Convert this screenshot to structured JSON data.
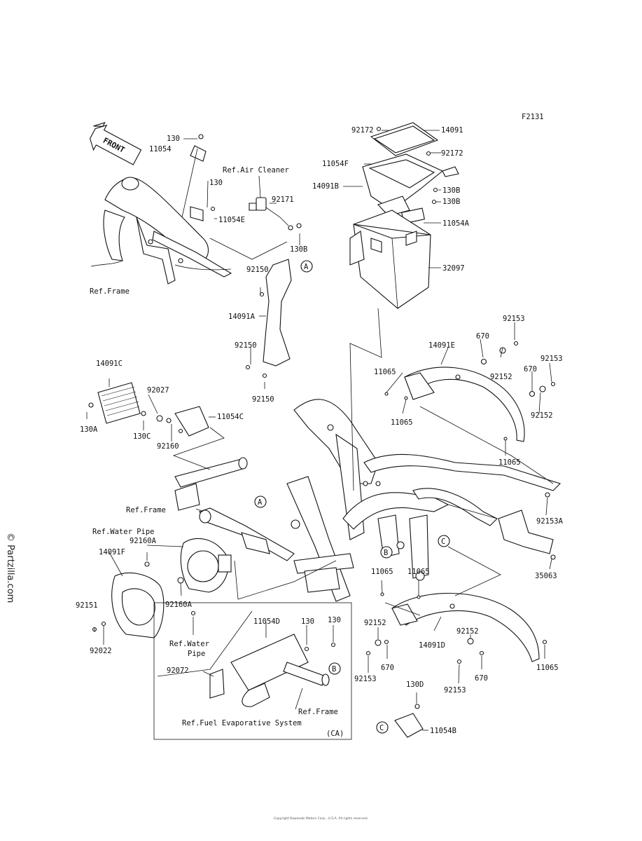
{
  "figure_code": "F2131",
  "watermark": "© Partzilla.com",
  "footer": "Copyright Kawasaki Motors Corp., U.S.A. All rights reserved.",
  "labels": {
    "p130_top": "130",
    "p11054": "11054",
    "ref_air_cleaner": "Ref.Air Cleaner",
    "p130_mid": "130",
    "p92171": "92171",
    "p11054e": "11054E",
    "p130b_left": "130B",
    "ref_frame_top": "Ref.Frame",
    "p92172_left": "92172",
    "p14091": "14091",
    "p92172_right": "92172",
    "p11054f": "11054F",
    "p14091b": "14091B",
    "p130b_a": "130B",
    "p130b_b": "130B",
    "p11054a": "11054A",
    "p32097": "32097",
    "p92150_top": "92150",
    "p14091a": "14091A",
    "p92150_mid": "92150",
    "p92150_bot": "92150",
    "p14091c": "14091C",
    "p92027": "92027",
    "p11054c": "11054C",
    "p130a": "130A",
    "p130c": "130C",
    "p92160": "92160",
    "p92153_a": "92153",
    "p670_a": "670",
    "p14091e": "14091E",
    "p92153_b": "92153",
    "p11065_a": "11065",
    "p92152_a": "92152",
    "p670_b": "670",
    "p11065_b": "11065",
    "p92152_b": "92152",
    "p11065_c": "11065",
    "ref_frame_mid": "Ref.Frame",
    "p92153a": "92153A",
    "ref_water_pipe_top": "Ref.Water Pipe",
    "p92160a_top": "92160A",
    "p14091f": "14091F",
    "p35063": "35063",
    "p11065_d": "11065",
    "p11065_e": "11065",
    "p92151": "92151",
    "p92160a_bot": "92160A",
    "p92022": "92022",
    "ref_water_pipe_bot": "Ref.Water",
    "ref_water_pipe_bot2": "Pipe",
    "p11054d": "11054D",
    "p130_d1": "130",
    "p130_d2": "130",
    "p92152_c": "92152",
    "p14091d": "14091D",
    "p92152_d": "92152",
    "p670_c": "670",
    "p670_d": "670",
    "p11065_f": "11065",
    "p92153_c": "92153",
    "p92153_d": "92153",
    "p92072": "92072",
    "ref_frame_bot": "Ref.Frame",
    "ref_fuel_evap": "Ref.Fuel Evaporative System",
    "ca_note": "(CA)",
    "p130d": "130D",
    "p11054b": "11054B",
    "front": "FRONT"
  },
  "callouts": {
    "a1": "A",
    "a2": "A",
    "b1": "B",
    "b2": "B",
    "c1": "C",
    "c2": "C"
  }
}
